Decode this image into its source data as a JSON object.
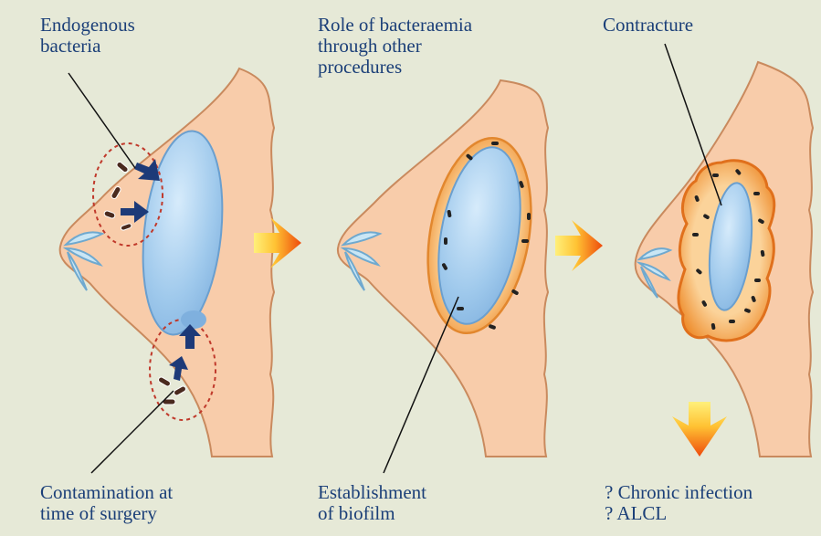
{
  "labels": {
    "endogenous_bacteria": "Endogenous\nbacteria",
    "bacteraemia": "Role of bacteraemia\nthrough other\nprocedures",
    "contracture": "Contracture",
    "contamination": "Contamination at\ntime of surgery",
    "biofilm": "Establishment\nof biofilm",
    "outcomes": "? Chronic infection\n? ALCL"
  },
  "colors": {
    "background": "#e6e9d7",
    "text": "#1b3f78",
    "skin": "#f8ccaa",
    "skin_outline": "#c98a5e",
    "implant": "#9fc9ec",
    "implant_outline": "#6a9fcf",
    "arrow_hot": "#f04a10",
    "arrow_warm": "#ffd34a",
    "capsule": "#f3a450",
    "bacteria_arrow": "#1d3a78",
    "contamination_ring": "#c0392b"
  },
  "icons": [
    "progression-arrow-icon",
    "bacteria-entry-arrow-icon",
    "outcome-arrow-icon"
  ]
}
